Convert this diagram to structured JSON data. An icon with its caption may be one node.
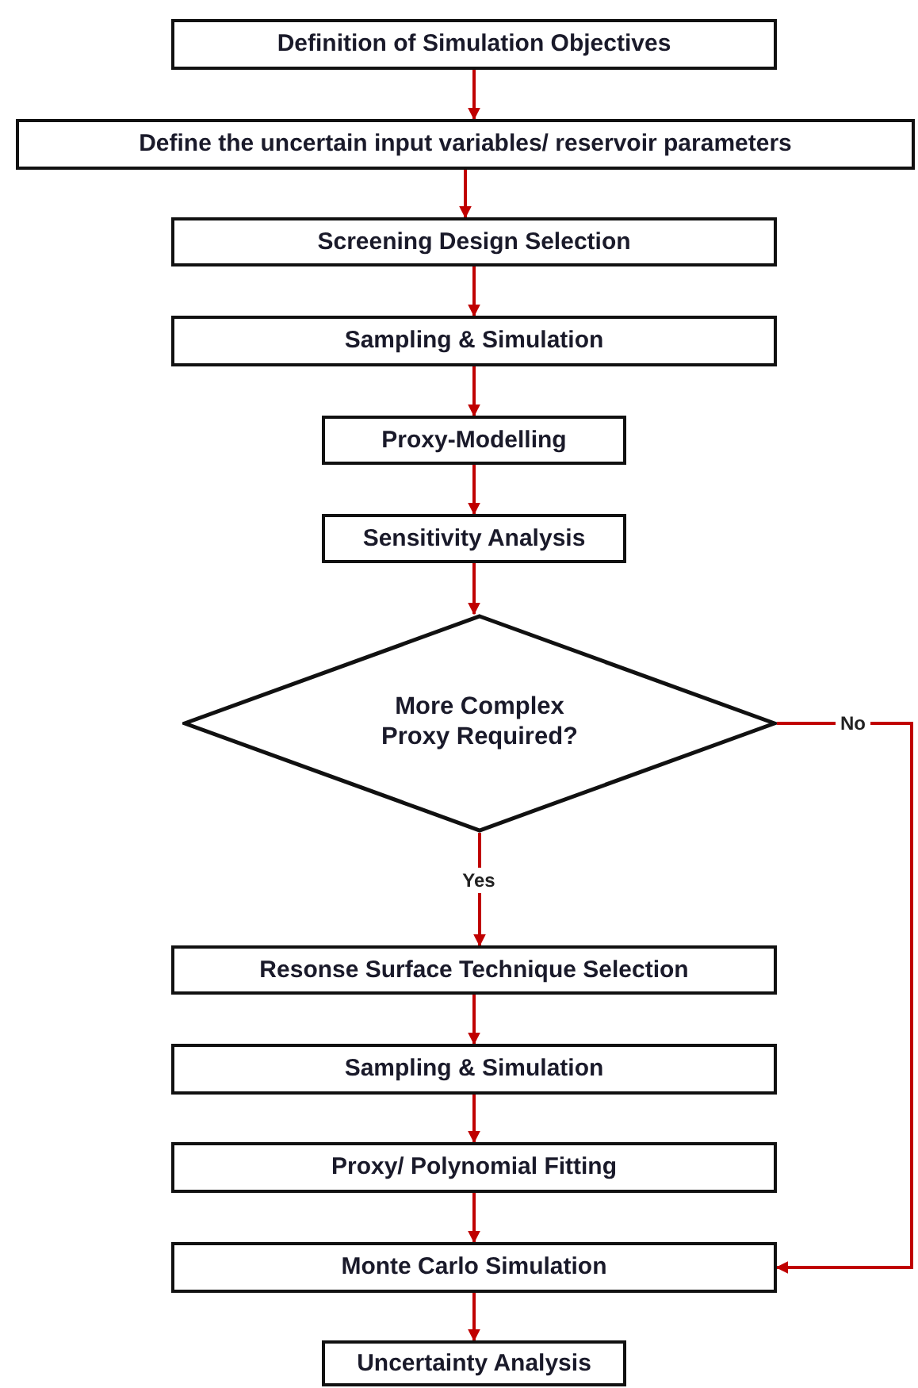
{
  "diagram": {
    "nodes": [
      {
        "text": [
          "Definition of Simulation Objectives"
        ]
      },
      {
        "text": [
          "Define the uncertain input variables/ reservoir parameters"
        ]
      },
      {
        "text": [
          "Screening Design Selection"
        ]
      },
      {
        "text": [
          "Sampling & Simulation"
        ]
      },
      {
        "text": [
          "Proxy-Modelling"
        ]
      },
      {
        "text": [
          "Sensitivity Analysis"
        ]
      },
      {
        "text": [
          "More Complex Proxy Required?"
        ]
      },
      {
        "text": [
          "Resonse Surface Technique Selection"
        ]
      },
      {
        "text": [
          "Sampling & Simulation"
        ]
      },
      {
        "text": [
          "Proxy/ Polynomial Fitting"
        ]
      },
      {
        "text": [
          "Monte Carlo Simulation"
        ]
      },
      {
        "text": [
          "Uncertainty Analysis"
        ]
      }
    ],
    "edges": [
      {
        "from": 0,
        "to": 1,
        "arrow": "to"
      },
      {
        "from": 1,
        "to": 2,
        "arrow": "to"
      },
      {
        "from": 2,
        "to": 3,
        "arrow": "to"
      },
      {
        "from": 3,
        "to": 4,
        "arrow": "to"
      },
      {
        "from": 4,
        "to": 5,
        "arrow": "to"
      },
      {
        "from": 5,
        "to": 6,
        "arrow": "to"
      },
      {
        "from": 6,
        "to": 7,
        "arrow": "to",
        "label": "Yes"
      },
      {
        "from": 6,
        "to": 10,
        "arrow": "to",
        "label": "No"
      },
      {
        "from": 7,
        "to": 8,
        "arrow": "to"
      },
      {
        "from": 8,
        "to": 9,
        "arrow": "to"
      },
      {
        "from": 9,
        "to": 10,
        "arrow": "to"
      },
      {
        "from": 10,
        "to": 11,
        "arrow": "to"
      }
    ]
  }
}
